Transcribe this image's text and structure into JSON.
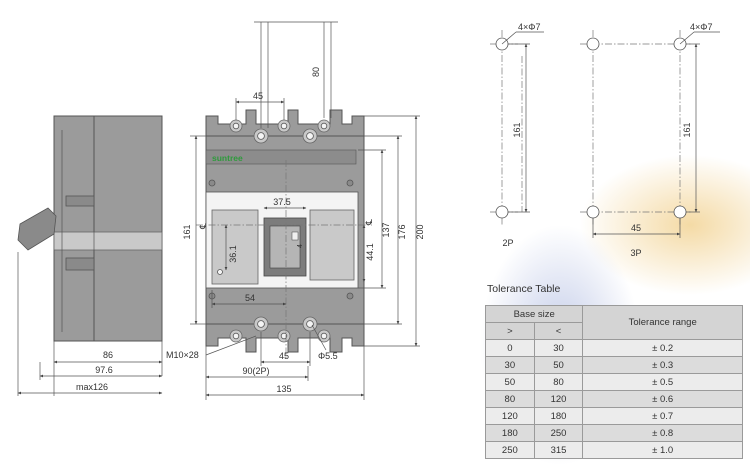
{
  "side_view": {
    "dim_depth": "86",
    "dim_depth_with_handle": "97.6",
    "dim_max_depth": "max126"
  },
  "front_view": {
    "brand": "suntree",
    "dim_top_extension": "80",
    "dim_pole_pitch_top": "45",
    "dim_mount_height": "161",
    "dim_body_height_outer": "200",
    "dim_body_height_mid": "176",
    "dim_window_height": "137",
    "dim_window_inner": "44.1",
    "dim_handle_width": "37.5",
    "dim_handle_offset": "36.1",
    "dim_handle_slot": "4",
    "dim_window_width": "54",
    "dim_pole_pitch_bottom": "45",
    "dim_width_2p": "90(2P)",
    "dim_width_3p": "135",
    "terminal_screw": "M10×28",
    "hole_diameter": "Φ5.5",
    "centerline_mark_left": "℄",
    "centerline_mark_right": "℄"
  },
  "mounting_2p": {
    "holes_label": "4×Φ7",
    "dim_vertical": "161",
    "label": "2P"
  },
  "mounting_3p": {
    "holes_label": "4×Φ7",
    "dim_vertical": "161",
    "dim_horizontal": "45",
    "label": "3P"
  },
  "tolerance_table": {
    "title": "Tolerance Table",
    "header_base_size": "Base size",
    "header_tolerance": "Tolerance range",
    "header_gt": ">",
    "header_le": "<",
    "rows": [
      [
        "0",
        "30",
        "± 0.2"
      ],
      [
        "30",
        "50",
        "± 0.3"
      ],
      [
        "50",
        "80",
        "± 0.5"
      ],
      [
        "80",
        "120",
        "± 0.6"
      ],
      [
        "120",
        "180",
        "± 0.7"
      ],
      [
        "180",
        "250",
        "± 0.8"
      ],
      [
        "250",
        "315",
        "± 1.0"
      ]
    ]
  },
  "colors": {
    "body_gray": "#9b9b9b",
    "accent_green": "#2e9a3c",
    "bg_orange": "#f3d69b",
    "bg_blue": "#bcc6e6"
  }
}
